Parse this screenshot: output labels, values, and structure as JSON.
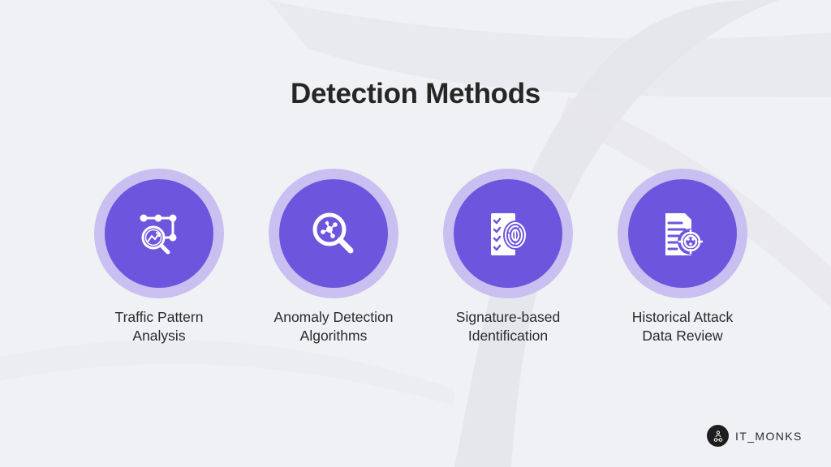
{
  "title": "Detection Methods",
  "colors": {
    "background": "#f0f1f5",
    "ring": "#c9bff0",
    "core": "#6d55de",
    "icon": "#ffffff",
    "text": "#2b2b2b"
  },
  "methods": [
    {
      "icon": "traffic-analysis-icon",
      "line1": "Traffic Pattern",
      "line2": "Analysis"
    },
    {
      "icon": "magnifier-network-icon",
      "line1": "Anomaly Detection",
      "line2": "Algorithms"
    },
    {
      "icon": "checklist-fingerprint-icon",
      "line1": "Signature-based",
      "line2": "Identification"
    },
    {
      "icon": "document-target-icon",
      "line1": "Historical Attack",
      "line2": "Data Review"
    }
  ],
  "brand": {
    "name": "IT_MONKS",
    "icon": "monk-logo-icon"
  }
}
